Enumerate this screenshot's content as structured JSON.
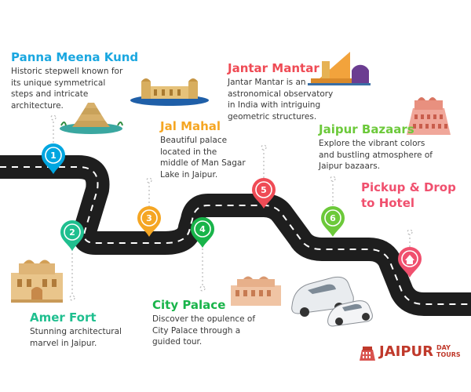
{
  "stops": [
    {
      "number": "1",
      "title": "Panna Meena Kund",
      "desc": "Historic stepwell known for its unique symmetrical steps and intricate architecture.",
      "color": "#00a6e0",
      "icon": "stepwell-icon"
    },
    {
      "number": "2",
      "title": "Amer Fort",
      "desc": "Stunning architectural marvel in Jaipur.",
      "color": "#1fbf8f",
      "icon": "fort-icon"
    },
    {
      "number": "3",
      "title": "Jal Mahal",
      "desc": "Beautiful palace located in the middle of Man Sagar Lake in Jaipur.",
      "color": "#f5a623",
      "icon": "water-palace-icon"
    },
    {
      "number": "4",
      "title": "City Palace",
      "desc": "Discover the opulence of City Palace through a guided tour.",
      "color": "#19b44a",
      "icon": "palace-icon"
    },
    {
      "number": "5",
      "title": "Jantar Mantar",
      "desc": "Jantar Mantar is an astronomical observatory in India with intriguing geometric structures.",
      "color": "#ef4b55",
      "icon": "observatory-icon"
    },
    {
      "number": "6",
      "title": "Jaipur Bazaars",
      "desc": "Explore the vibrant colors and bustling atmosphere of Jaipur bazaars.",
      "color": "#6cc93a",
      "icon": "bazaar-icon"
    }
  ],
  "end": {
    "title": "Pickup & Drop to Hotel",
    "title_line1": "Pickup & Drop",
    "title_line2": "to Hotel",
    "color": "#f0506e",
    "icon": "home-icon"
  },
  "logo": {
    "main": "JAIPUR",
    "sub1": "DAY",
    "sub2": "TOURS",
    "color": "#c0392b",
    "icon": "hawa-mahal-logo-icon"
  },
  "road_color": "#1e1e1e",
  "car_icon": "car-icon"
}
